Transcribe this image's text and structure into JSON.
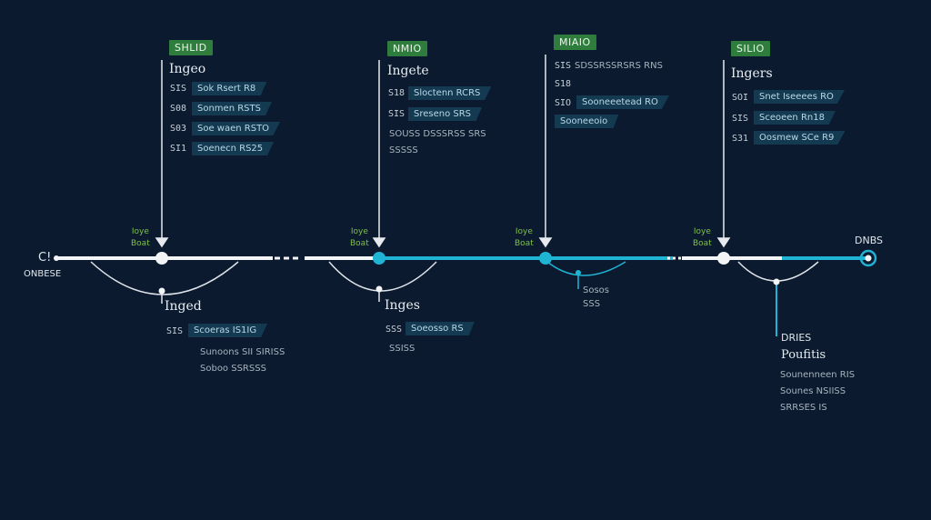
{
  "start": {
    "code": "C!",
    "label": "ONBESE"
  },
  "end": {
    "label": "DNBS"
  },
  "stages": [
    {
      "badge": "SHLID",
      "heading": "Ingeo",
      "rows": [
        {
          "code": "SIS",
          "tag": "Sok Rsert R8"
        },
        {
          "code": "S08",
          "tag": "Sonmen RSTS"
        },
        {
          "code": "S03",
          "tag": "Soe waen RSTO"
        },
        {
          "code": "SI1",
          "tag": "Soenecn RS25"
        }
      ],
      "marker": [
        "Ioye",
        "Boat"
      ]
    },
    {
      "badge": "NMIO",
      "heading": "Ingete",
      "rows": [
        {
          "code": "S18",
          "tag": "Sloctenn RCRS"
        },
        {
          "code": "SIS",
          "tag": "Sreseno SRS"
        }
      ],
      "notes": [
        "SOUSS DSSSRSS SRS",
        "SSSSS"
      ],
      "marker": [
        "Ioye",
        "Boat"
      ]
    },
    {
      "badge": "MIAIO",
      "rows": [
        {
          "code": "SIS",
          "text": "SDSSRSSRSRS RNS"
        },
        {
          "code": "S18"
        },
        {
          "code": "SIO",
          "tag": "Sooneeetead RO"
        },
        {
          "tag": "Sooneeoio"
        }
      ],
      "marker": [
        "Ioye",
        "Boat"
      ],
      "below": [
        "Sosos",
        "SSS"
      ]
    },
    {
      "badge": "SILIO",
      "heading": "Ingers",
      "rows": [
        {
          "code": "SOI",
          "tag": "Snet Iseeees RO"
        },
        {
          "code": "SIS",
          "tag": "Sceoeen Rn18"
        },
        {
          "code": "S31",
          "tag": "Oosmew SCe R9"
        }
      ],
      "marker": [
        "Ioye",
        "Boat"
      ]
    }
  ],
  "below_stage_1": {
    "heading": "Inged",
    "rows": [
      {
        "code": "SIS",
        "tag": "Scoeras IS1IG"
      }
    ],
    "notes": [
      "Sunoons SII SIRISS",
      "Soboo SSRSSS"
    ]
  },
  "below_stage_2": {
    "heading": "Inges",
    "rows": [
      {
        "code": "SSS",
        "tag": "Soeosso RS"
      }
    ],
    "notes": [
      "SSISS"
    ]
  },
  "below_stage_4": {
    "title_lines": [
      "DRIES",
      "Poufitis"
    ],
    "notes": [
      "Sounenneen RIS",
      "Sounes NSIISS",
      "SRRSES IS"
    ]
  },
  "colors": {
    "background": "#0b1a2e",
    "accent": "#1fb4d4",
    "badge": "#2f7d3c",
    "tag": "#143a52",
    "marker": "#7ec04a"
  }
}
